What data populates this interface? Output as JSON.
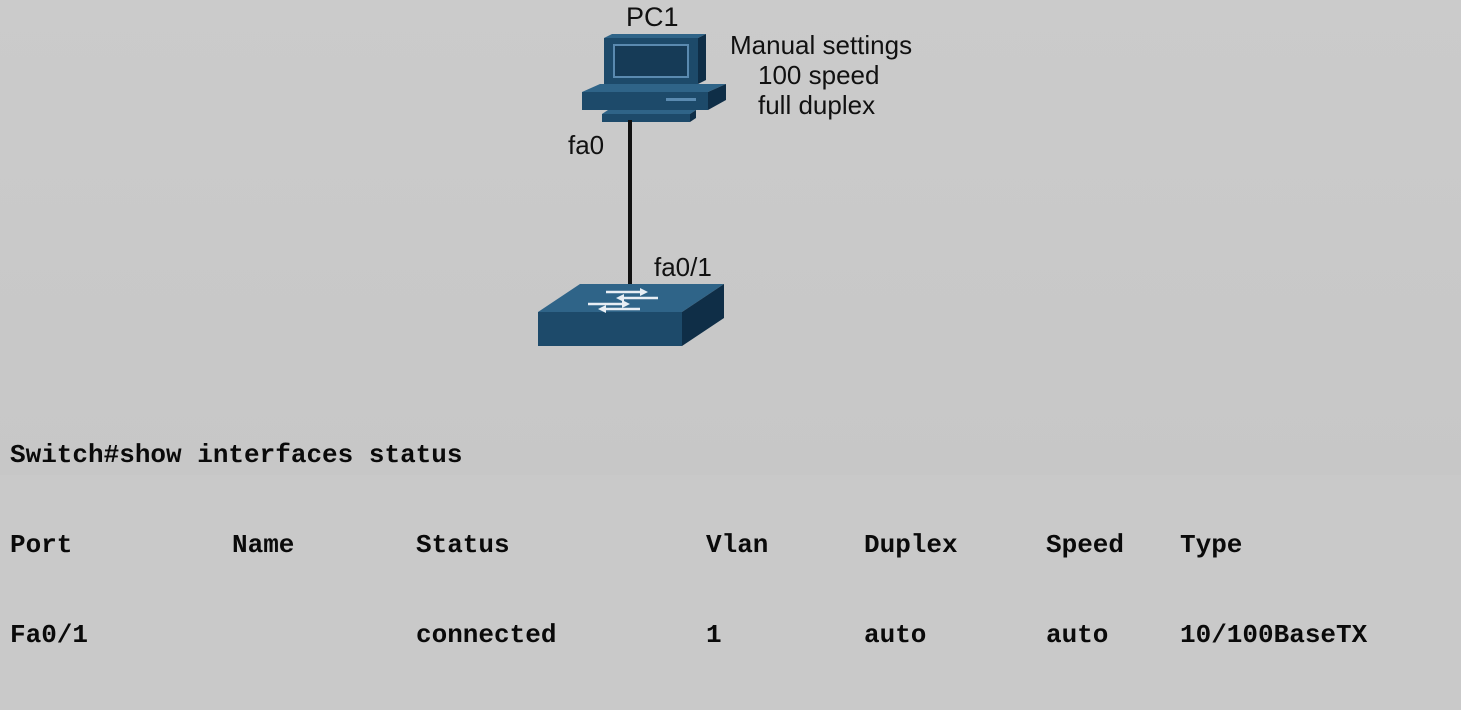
{
  "diagram": {
    "pc": {
      "label": "PC1",
      "settings": [
        "Manual settings",
        "100 speed",
        "full duplex"
      ],
      "interface": "fa0"
    },
    "switch": {
      "interface": "fa0/1"
    },
    "colors": {
      "device": "#1d4a6a",
      "device_dark": "#0f2e47",
      "device_light": "#2f6488",
      "background": "#c9c9c9",
      "link": "#111111"
    }
  },
  "terminal": {
    "command": "Switch#show interfaces status",
    "headers": [
      "Port",
      "Name",
      "Status",
      "Vlan",
      "Duplex",
      "Speed",
      "Type"
    ],
    "rows": [
      [
        "Fa0/1",
        "",
        "connected",
        "1",
        "auto",
        "auto",
        "10/100BaseTX"
      ]
    ]
  }
}
